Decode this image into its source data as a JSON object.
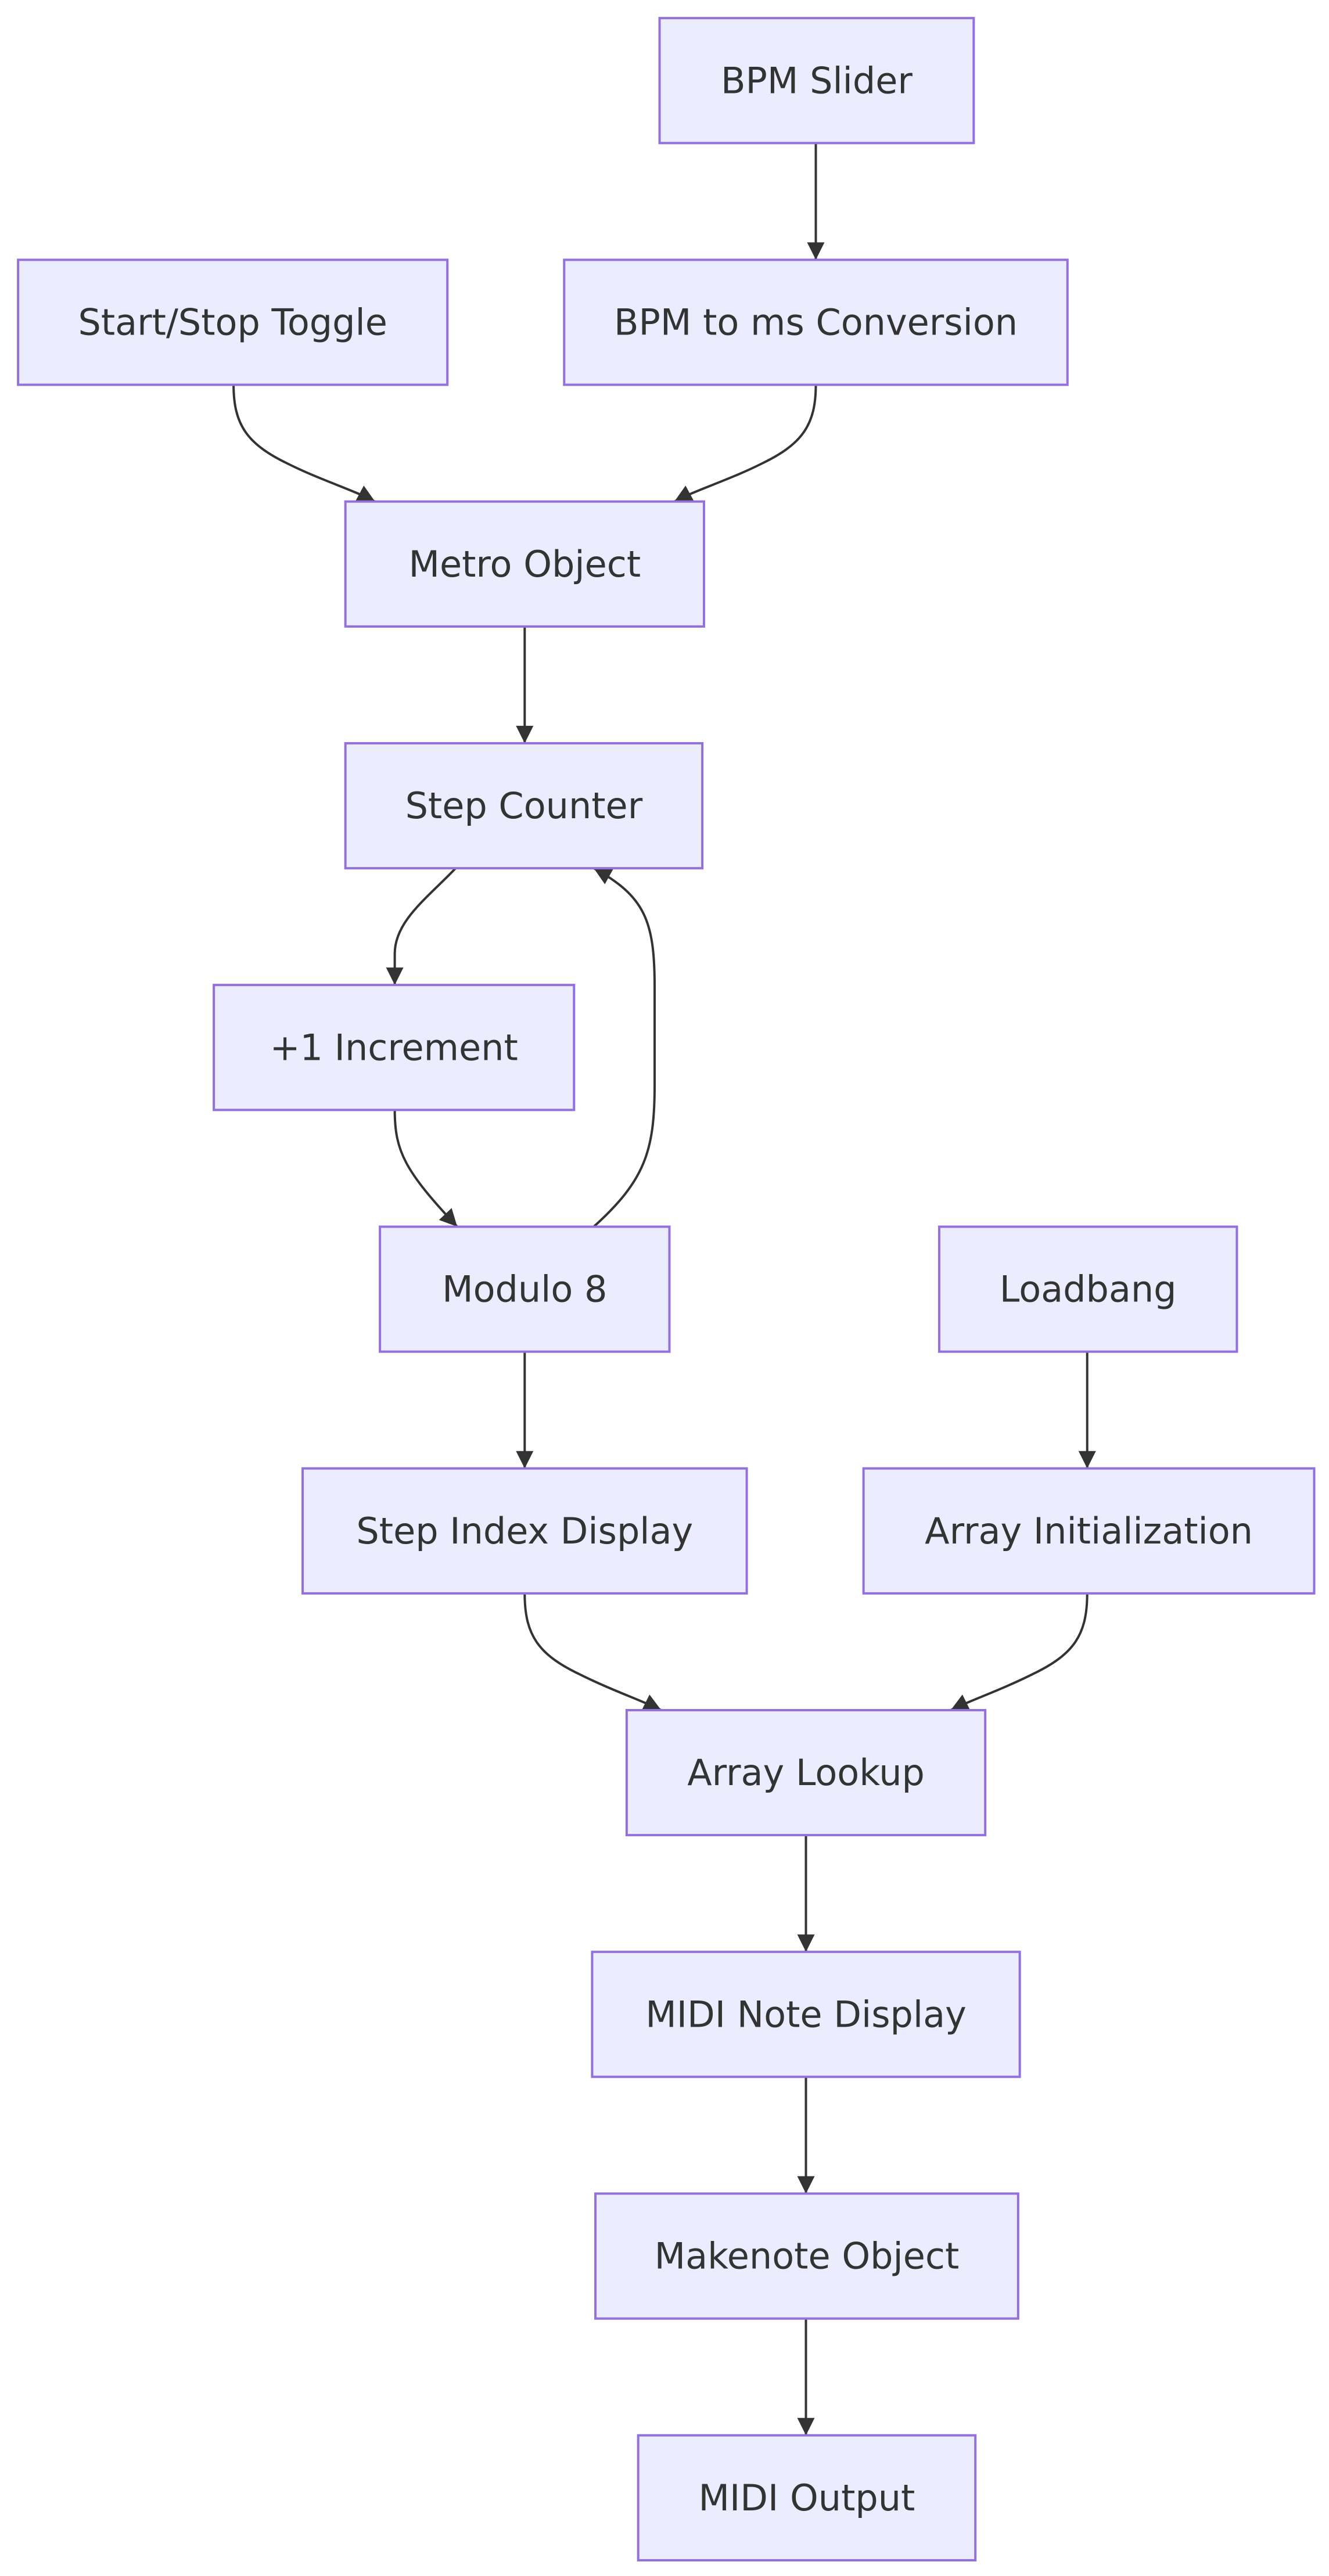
{
  "nodes": [
    {
      "id": "bpm_slider",
      "label": "BPM Slider"
    },
    {
      "id": "start_stop",
      "label": "Start/Stop Toggle"
    },
    {
      "id": "bpm_to_ms",
      "label": "BPM to ms Conversion"
    },
    {
      "id": "metro",
      "label": "Metro Object"
    },
    {
      "id": "step_counter",
      "label": "Step Counter"
    },
    {
      "id": "increment",
      "label": "+1 Increment"
    },
    {
      "id": "modulo",
      "label": "Modulo 8"
    },
    {
      "id": "loadbang",
      "label": "Loadbang"
    },
    {
      "id": "step_index",
      "label": "Step Index Display"
    },
    {
      "id": "array_init",
      "label": "Array Initialization"
    },
    {
      "id": "array_lookup",
      "label": "Array Lookup"
    },
    {
      "id": "midi_note",
      "label": "MIDI Note Display"
    },
    {
      "id": "makenote",
      "label": "Makenote Object"
    },
    {
      "id": "midi_output",
      "label": "MIDI Output"
    }
  ],
  "edges": [
    {
      "from": "bpm_slider",
      "to": "bpm_to_ms"
    },
    {
      "from": "start_stop",
      "to": "metro"
    },
    {
      "from": "bpm_to_ms",
      "to": "metro"
    },
    {
      "from": "metro",
      "to": "step_counter"
    },
    {
      "from": "step_counter",
      "to": "increment"
    },
    {
      "from": "increment",
      "to": "modulo"
    },
    {
      "from": "modulo",
      "to": "step_counter"
    },
    {
      "from": "modulo",
      "to": "step_index"
    },
    {
      "from": "loadbang",
      "to": "array_init"
    },
    {
      "from": "step_index",
      "to": "array_lookup"
    },
    {
      "from": "array_init",
      "to": "array_lookup"
    },
    {
      "from": "array_lookup",
      "to": "midi_note"
    },
    {
      "from": "midi_note",
      "to": "makenote"
    },
    {
      "from": "makenote",
      "to": "midi_output"
    }
  ]
}
